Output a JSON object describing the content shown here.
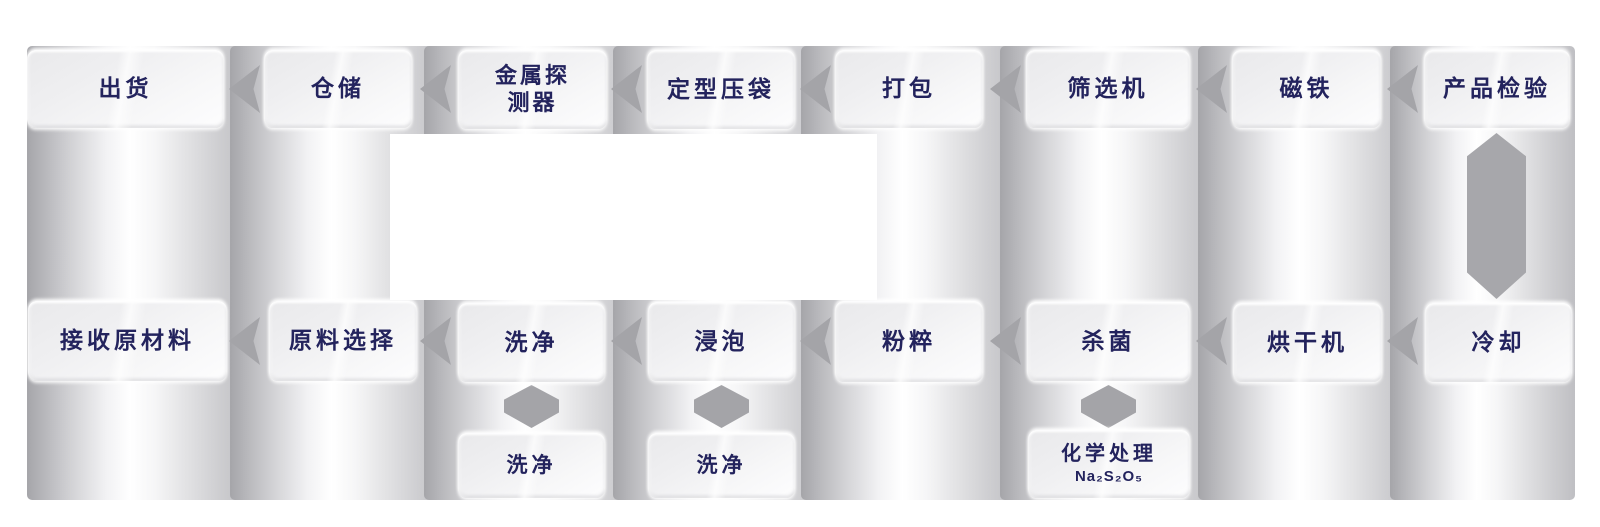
{
  "diagram": {
    "type": "process-flow",
    "direction": "arrows point left on both rows; vertical connector joins product inspection to cooling",
    "columns": [
      {
        "top_label": "出货",
        "bottom_label": "接收原材料"
      },
      {
        "top_label": "仓储",
        "bottom_label": "原料选择"
      },
      {
        "top_label": "金属探\n测器",
        "bottom_label": "洗净",
        "sub_label": "洗净"
      },
      {
        "top_label": "定型压袋",
        "bottom_label": "浸泡",
        "sub_label": "洗净"
      },
      {
        "top_label": "打包",
        "bottom_label": "粉粹"
      },
      {
        "top_label": "筛选机",
        "bottom_label": "杀菌",
        "sub_label": "化学处理",
        "sub_formula": "Na₂S₂O₅"
      },
      {
        "top_label": "磁铁",
        "bottom_label": "烘干机"
      },
      {
        "top_label": "产品检验",
        "bottom_label": "冷却"
      }
    ],
    "colors": {
      "label_text": "#23235d",
      "connector_gray": "#a4a4a8",
      "lane_edge_dark": "#a5a5a9",
      "lane_highlight": "#ffffff",
      "box_fill_top": "#e9e9eb",
      "box_fill_bottom": "#fdfdfe",
      "background": "#ffffff"
    }
  }
}
